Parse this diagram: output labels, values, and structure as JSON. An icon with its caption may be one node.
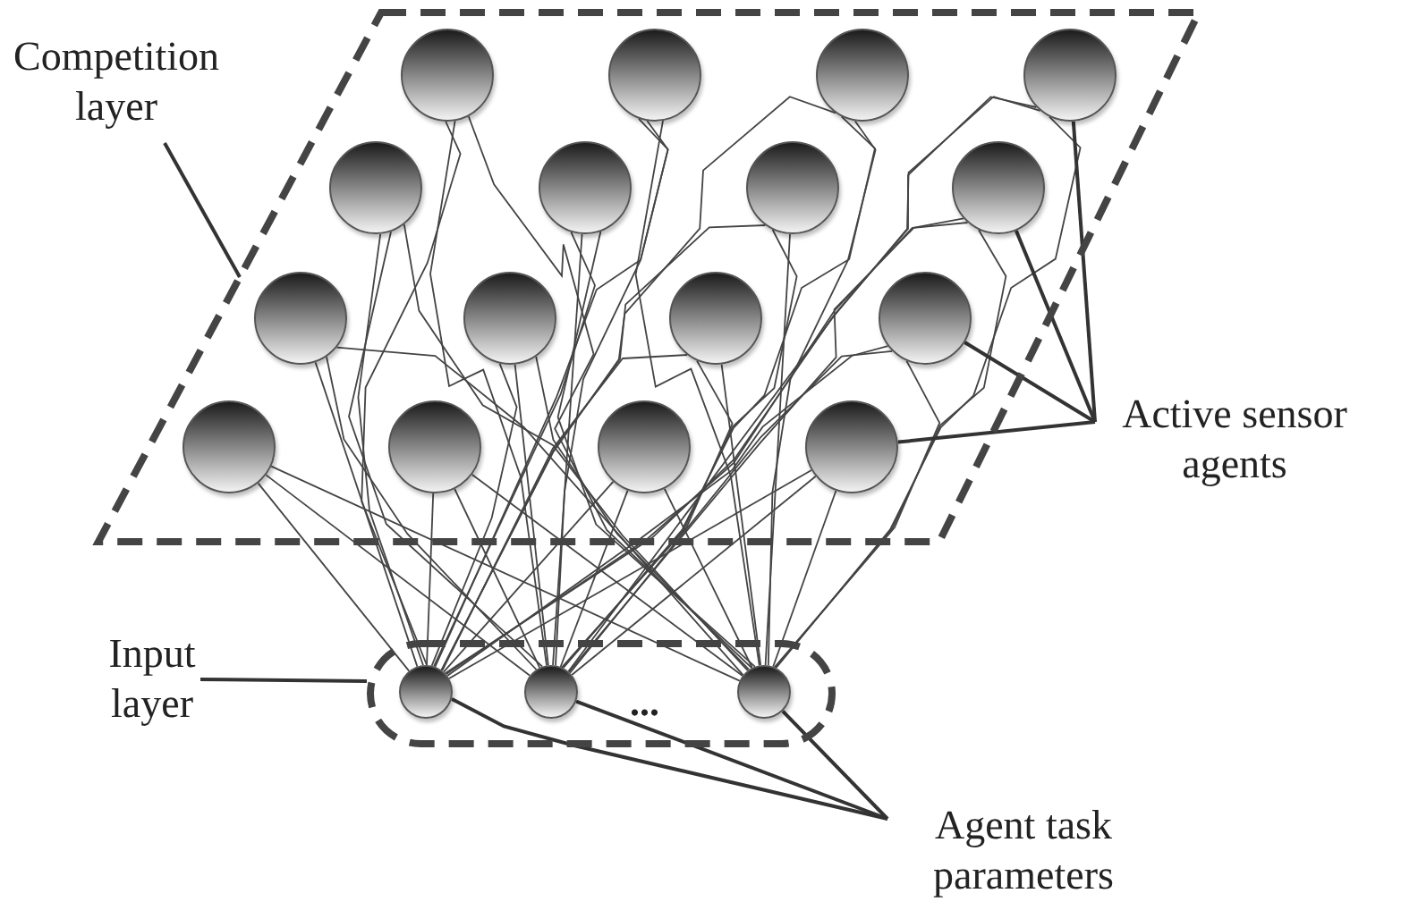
{
  "diagram": {
    "nodes": [
      {
        "text": [
          "Competition layer"
        ]
      },
      {
        "text": [],
        "shape": "box"
      },
      {
        "text": [],
        "shape": "circle",
        "in": 1
      },
      {
        "text": [],
        "shape": "circle",
        "in": 1
      },
      {
        "text": [],
        "shape": "circle",
        "in": 1
      },
      {
        "text": [],
        "shape": "circle",
        "in": 1
      },
      {
        "text": [],
        "shape": "circle",
        "in": 1
      },
      {
        "text": [],
        "shape": "circle",
        "in": 1
      },
      {
        "text": [],
        "shape": "circle",
        "in": 1
      },
      {
        "text": [],
        "shape": "circle",
        "in": 1
      },
      {
        "text": [],
        "shape": "circle",
        "in": 1
      },
      {
        "text": [],
        "shape": "circle",
        "in": 1
      },
      {
        "text": [],
        "shape": "circle",
        "in": 1
      },
      {
        "text": [],
        "shape": "circle",
        "in": 1
      },
      {
        "text": [],
        "shape": "circle",
        "in": 1
      },
      {
        "text": [],
        "shape": "circle",
        "in": 1
      },
      {
        "text": [],
        "shape": "circle",
        "in": 1
      },
      {
        "text": [],
        "shape": "circle",
        "in": 1
      },
      {
        "text": [
          "Active sensor agents"
        ]
      },
      {
        "text": [
          "Input layer"
        ]
      },
      {
        "text": [],
        "shape": "box"
      },
      {
        "text": [],
        "shape": "circle",
        "in": 20
      },
      {
        "text": [],
        "shape": "circle",
        "in": 20
      },
      {
        "text": [],
        "shape": "circle",
        "in": 20
      },
      {
        "text": [
          "Agent task parameters"
        ]
      }
    ],
    "edges": [
      {
        "from": 0,
        "to": 1,
        "arrow": "none"
      },
      {
        "from": 21,
        "to": 2,
        "arrow": "none"
      },
      {
        "from": 21,
        "to": 3,
        "arrow": "none"
      },
      {
        "from": 21,
        "to": 4,
        "arrow": "none"
      },
      {
        "from": 21,
        "to": 5,
        "arrow": "none"
      },
      {
        "from": 21,
        "to": 6,
        "arrow": "none"
      },
      {
        "from": 21,
        "to": 7,
        "arrow": "none"
      },
      {
        "from": 21,
        "to": 8,
        "arrow": "none"
      },
      {
        "from": 21,
        "to": 9,
        "arrow": "none"
      },
      {
        "from": 21,
        "to": 10,
        "arrow": "none"
      },
      {
        "from": 21,
        "to": 11,
        "arrow": "none"
      },
      {
        "from": 21,
        "to": 12,
        "arrow": "none"
      },
      {
        "from": 21,
        "to": 13,
        "arrow": "none"
      },
      {
        "from": 21,
        "to": 14,
        "arrow": "none"
      },
      {
        "from": 21,
        "to": 15,
        "arrow": "none"
      },
      {
        "from": 21,
        "to": 16,
        "arrow": "none"
      },
      {
        "from": 21,
        "to": 17,
        "arrow": "none"
      },
      {
        "from": 22,
        "to": 2,
        "arrow": "none"
      },
      {
        "from": 22,
        "to": 3,
        "arrow": "none"
      },
      {
        "from": 22,
        "to": 4,
        "arrow": "none"
      },
      {
        "from": 22,
        "to": 5,
        "arrow": "none"
      },
      {
        "from": 22,
        "to": 6,
        "arrow": "none"
      },
      {
        "from": 22,
        "to": 7,
        "arrow": "none"
      },
      {
        "from": 22,
        "to": 8,
        "arrow": "none"
      },
      {
        "from": 22,
        "to": 9,
        "arrow": "none"
      },
      {
        "from": 22,
        "to": 10,
        "arrow": "none"
      },
      {
        "from": 22,
        "to": 11,
        "arrow": "none"
      },
      {
        "from": 22,
        "to": 12,
        "arrow": "none"
      },
      {
        "from": 22,
        "to": 13,
        "arrow": "none"
      },
      {
        "from": 22,
        "to": 14,
        "arrow": "none"
      },
      {
        "from": 22,
        "to": 15,
        "arrow": "none"
      },
      {
        "from": 22,
        "to": 16,
        "arrow": "none"
      },
      {
        "from": 22,
        "to": 17,
        "arrow": "none"
      },
      {
        "from": 23,
        "to": 2,
        "arrow": "none"
      },
      {
        "from": 23,
        "to": 3,
        "arrow": "none"
      },
      {
        "from": 23,
        "to": 4,
        "arrow": "none"
      },
      {
        "from": 23,
        "to": 5,
        "arrow": "none"
      },
      {
        "from": 23,
        "to": 6,
        "arrow": "none"
      },
      {
        "from": 23,
        "to": 7,
        "arrow": "none"
      },
      {
        "from": 23,
        "to": 8,
        "arrow": "none"
      },
      {
        "from": 23,
        "to": 9,
        "arrow": "none"
      },
      {
        "from": 23,
        "to": 10,
        "arrow": "none"
      },
      {
        "from": 23,
        "to": 11,
        "arrow": "none"
      },
      {
        "from": 23,
        "to": 12,
        "arrow": "none"
      },
      {
        "from": 23,
        "to": 13,
        "arrow": "none"
      },
      {
        "from": 23,
        "to": 14,
        "arrow": "none"
      },
      {
        "from": 23,
        "to": 15,
        "arrow": "none"
      },
      {
        "from": 23,
        "to": 16,
        "arrow": "none"
      },
      {
        "from": 23,
        "to": 17,
        "arrow": "none"
      },
      {
        "from": 18,
        "to": 5,
        "arrow": "none"
      },
      {
        "from": 18,
        "to": 9,
        "arrow": "none"
      },
      {
        "from": 18,
        "to": 13,
        "arrow": "none"
      },
      {
        "from": 18,
        "to": 17,
        "arrow": "none"
      },
      {
        "from": 19,
        "to": 20,
        "arrow": "none"
      },
      {
        "from": 24,
        "to": 21,
        "arrow": "none"
      },
      {
        "from": 24,
        "to": 22,
        "arrow": "none"
      },
      {
        "from": 24,
        "to": 23,
        "arrow": "none"
      }
    ],
    "labels": [
      "..."
    ]
  }
}
